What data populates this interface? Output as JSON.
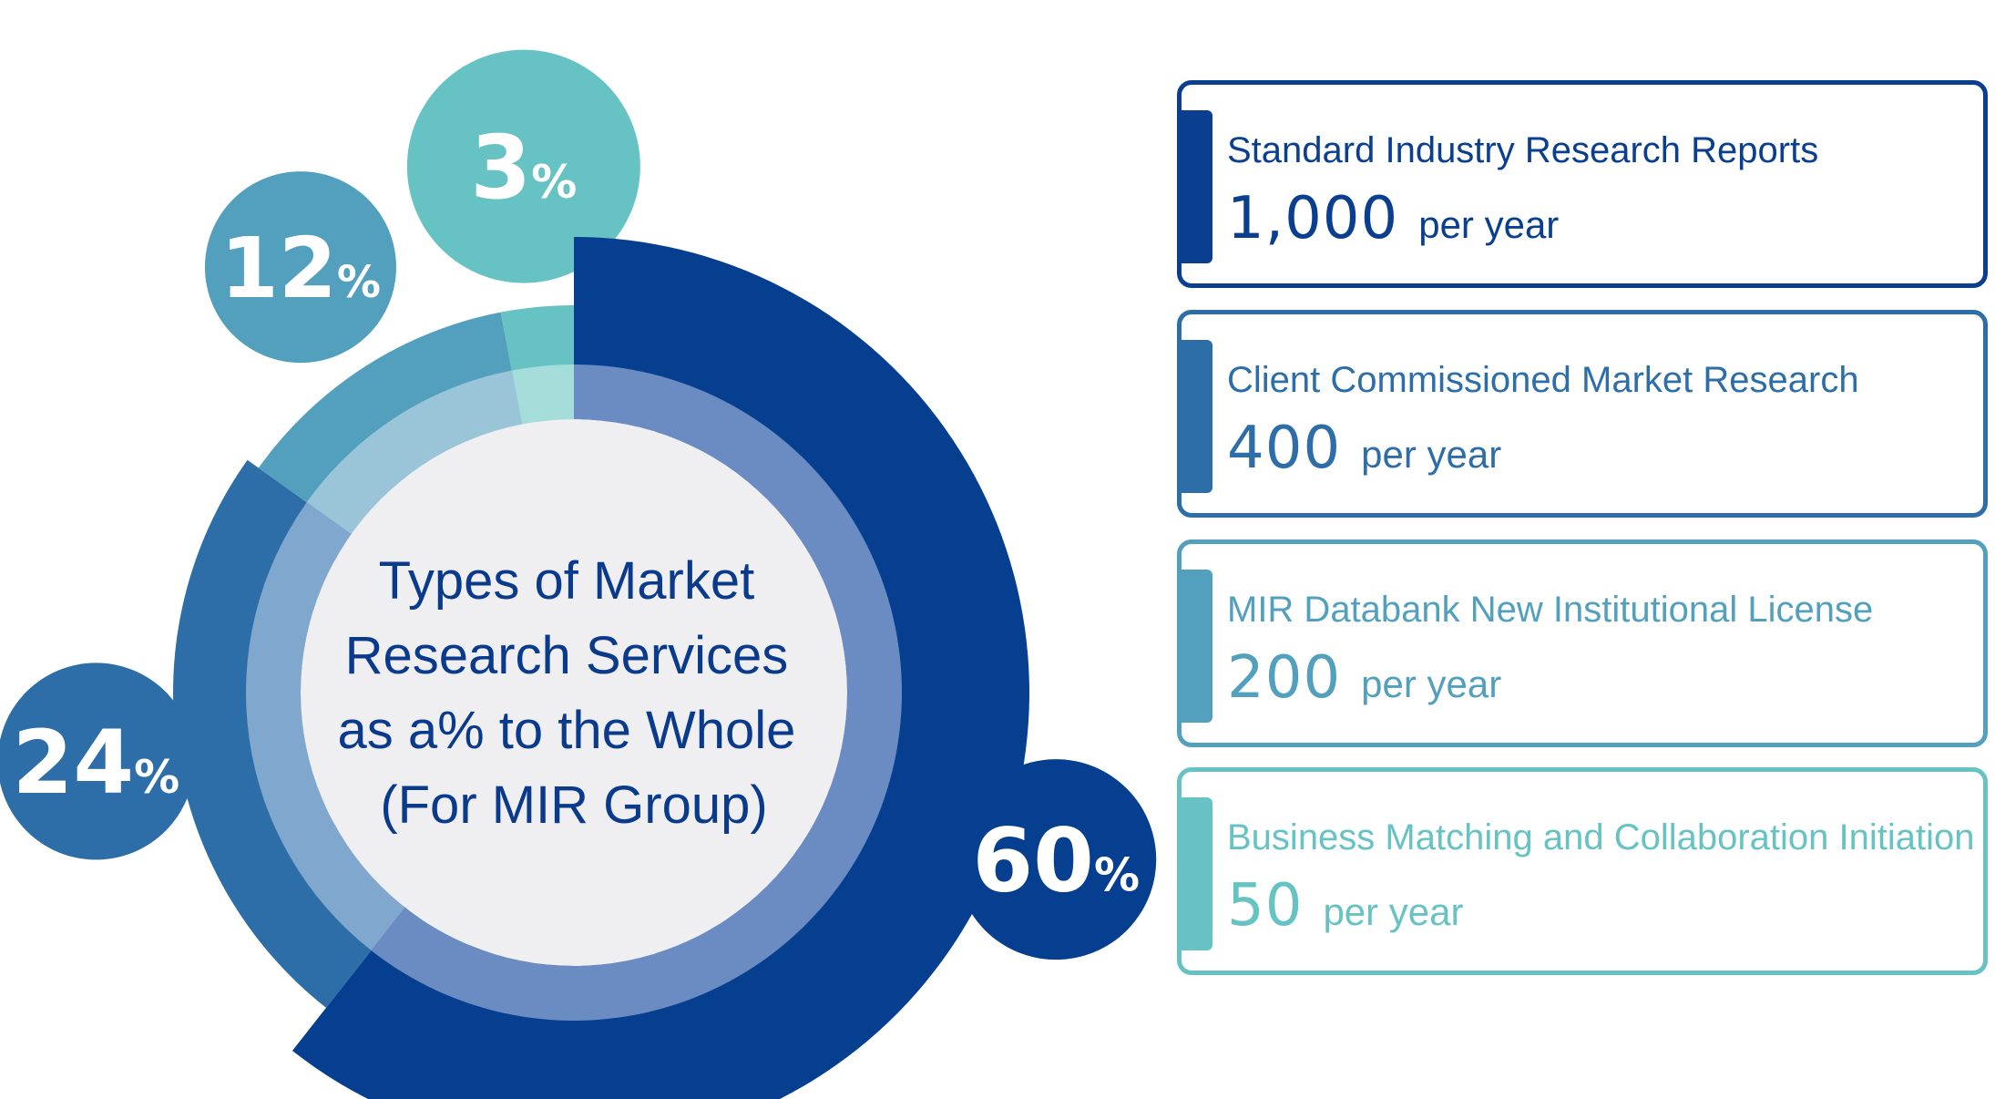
{
  "chart_data": {
    "type": "pie",
    "title_lines": [
      "Types of Market",
      "Research Services",
      "as a% to the Whole",
      "(For MIR Group)"
    ],
    "slices": [
      {
        "value": 60,
        "label": "60",
        "unit": "%",
        "color": "#063f8f",
        "inner_color": "#6a8cc2",
        "bubble_color": "#063f8f"
      },
      {
        "value": 24,
        "label": "24",
        "unit": "%",
        "color": "#2e6ea8",
        "inner_color": "#80a7cd",
        "bubble_color": "#2e6ea8"
      },
      {
        "value": 12,
        "label": "12",
        "unit": "%",
        "color": "#52a0bd",
        "inner_color": "#9ac5d8",
        "bubble_color": "#52a0bd"
      },
      {
        "value": 3,
        "label": "3",
        "unit": "%",
        "color": "#67c3c3",
        "inner_color": "#a5dddb",
        "bubble_color": "#67c3c3"
      }
    ],
    "center_color": "#efeff1"
  },
  "cards": [
    {
      "label": "Standard Industry Research Reports",
      "number": "1,000",
      "unit": "per year",
      "color": "#0a3f8f"
    },
    {
      "label": "Client Commissioned Market Research",
      "number": "400",
      "unit": "per year",
      "color": "#2e6ea8"
    },
    {
      "label": "MIR Databank New Institutional License",
      "number": "200",
      "unit": "per year",
      "color": "#52a0bd"
    },
    {
      "label": "Business Matching and Collaboration Initiation",
      "number": "50",
      "unit": "per year",
      "color": "#67c3c3"
    }
  ]
}
